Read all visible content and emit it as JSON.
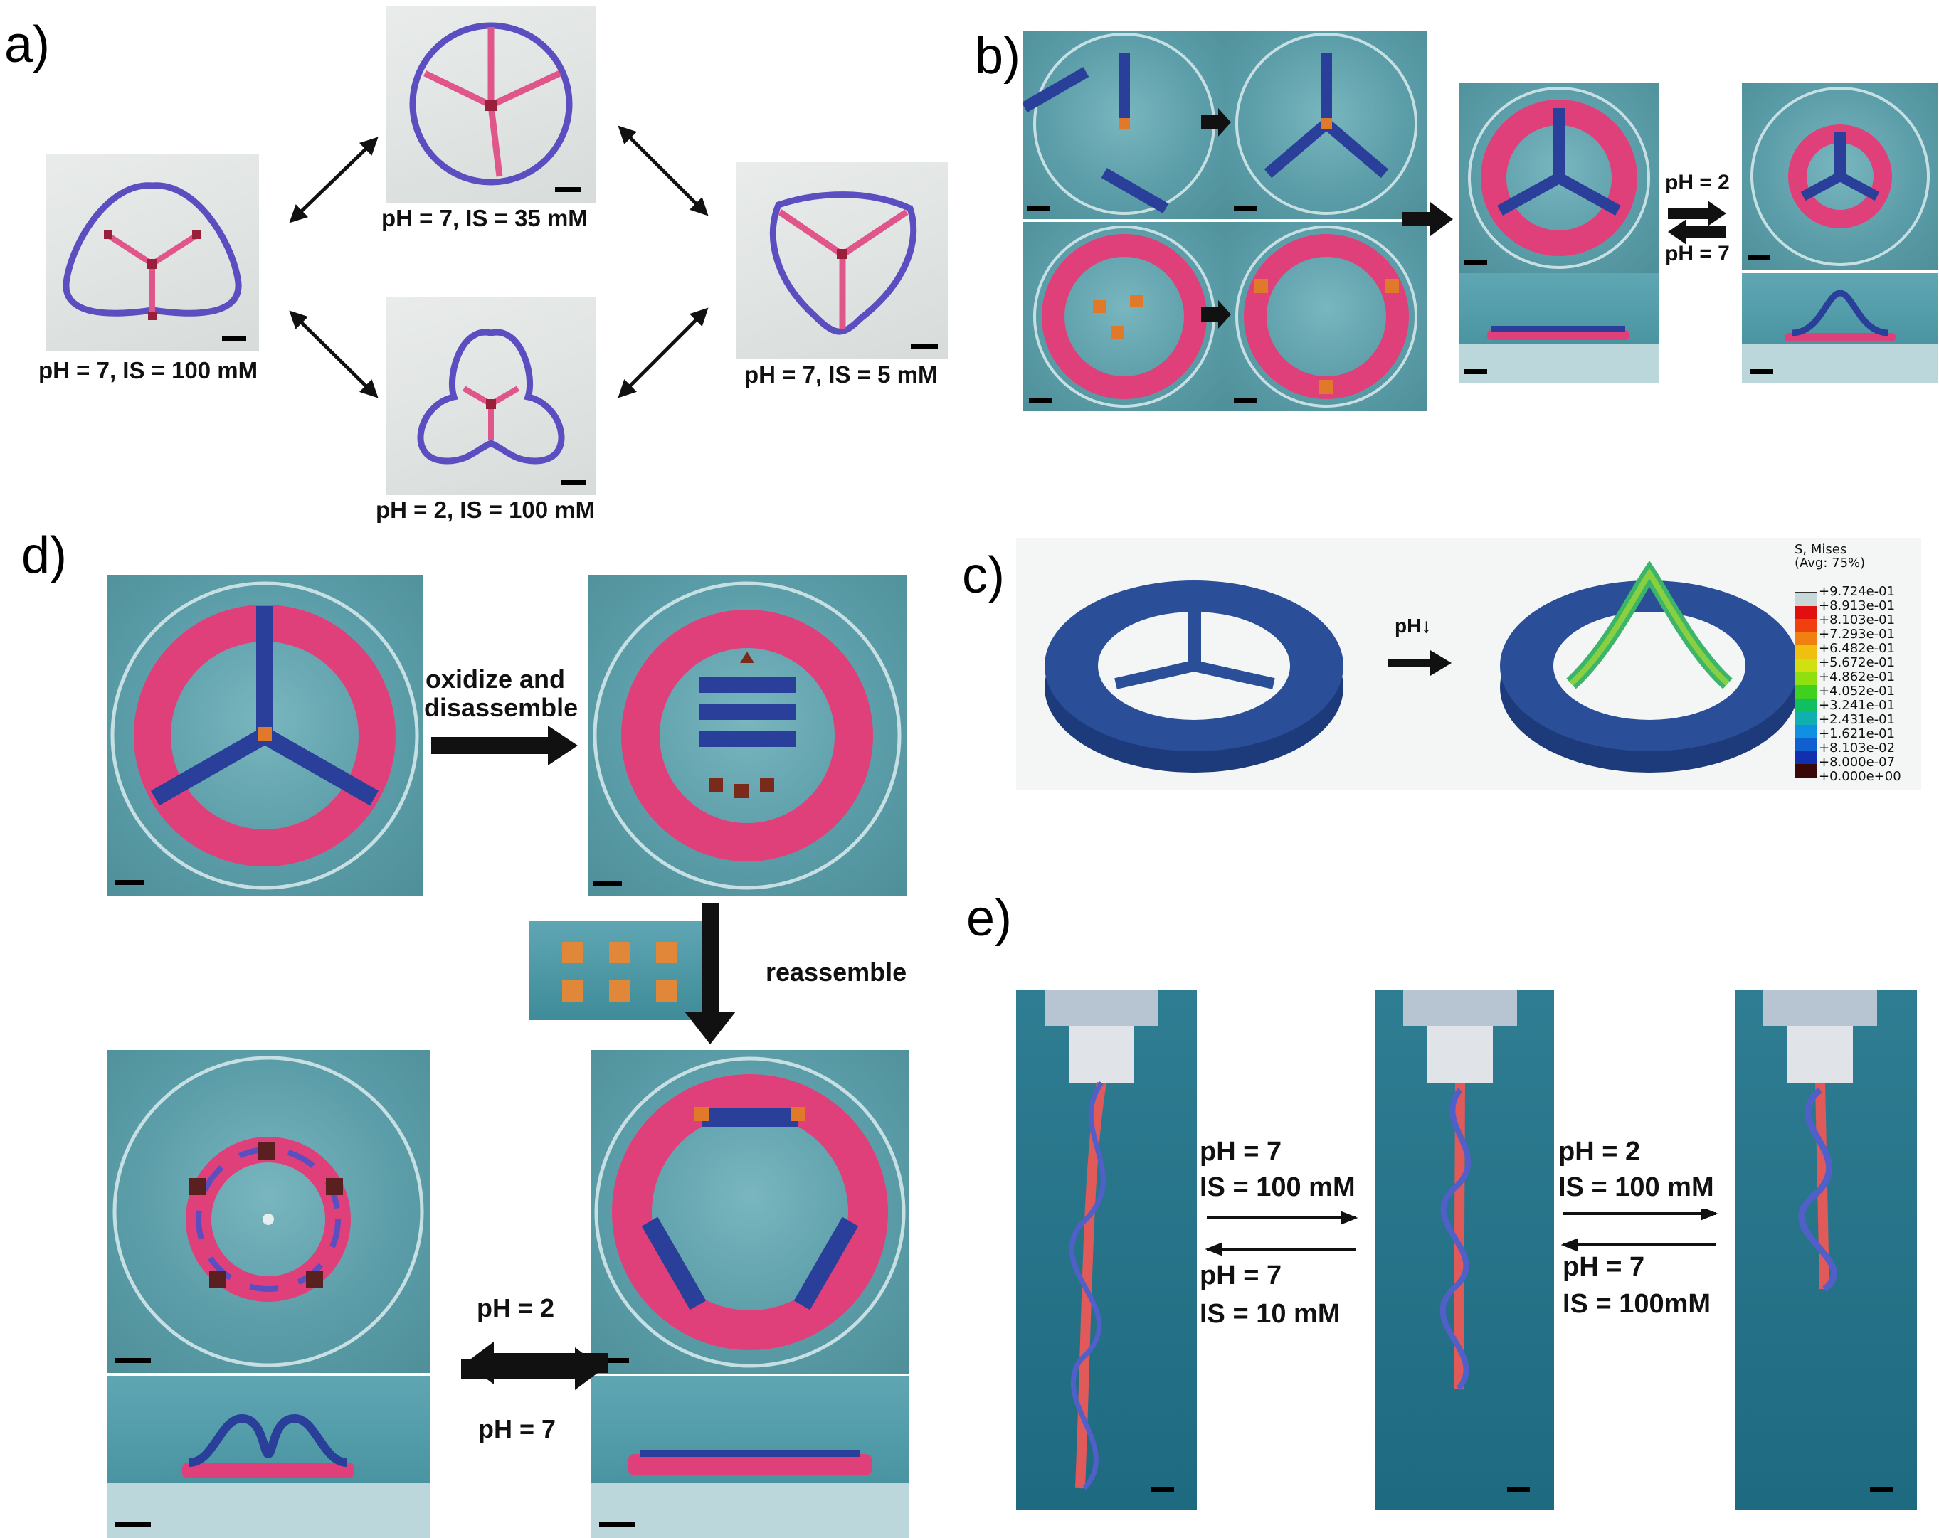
{
  "panels": {
    "a": {
      "letter": "a)",
      "captions": {
        "left": "pH = 7,  IS = 100 mM",
        "top": "pH = 7, IS = 35 mM",
        "bottom": "pH = 2, IS = 100 mM",
        "right": "pH = 7, IS = 5 mM"
      }
    },
    "b": {
      "letter": "b)",
      "arrow_top": "pH = 2",
      "arrow_bottom": "pH = 7"
    },
    "c": {
      "letter": "c)",
      "arrow_label": "pH↓",
      "legend_title": "S, Mises\n(Avg: 75%)",
      "legend_values": [
        "+9.724e-01",
        "+8.913e-01",
        "+8.103e-01",
        "+7.293e-01",
        "+6.482e-01",
        "+5.672e-01",
        "+4.862e-01",
        "+4.052e-01",
        "+3.241e-01",
        "+2.431e-01",
        "+1.621e-01",
        "+8.103e-02",
        "+8.000e-07",
        "+0.000e+00"
      ],
      "legend_colors": [
        "#c8d8d8",
        "#e01010",
        "#f04010",
        "#f08010",
        "#f0c010",
        "#d0e010",
        "#90e010",
        "#40d020",
        "#10c060",
        "#10b0b0",
        "#1090e0",
        "#1060d0",
        "#1030b0",
        "#3a0808"
      ]
    },
    "d": {
      "letter": "d)",
      "arrow1_line1": "oxidize and",
      "arrow1_line2": "disassemble",
      "arrow2": "reassemble",
      "arrow_top": "pH = 2",
      "arrow_bottom": "pH = 7"
    },
    "e": {
      "letter": "e)",
      "left_forward_1": "pH = 7",
      "left_forward_2": "IS = 100 mM",
      "left_back_1": "pH = 7",
      "left_back_2": "IS = 10 mM",
      "right_forward_1": "pH = 2",
      "right_forward_2": "IS = 100 mM",
      "right_back_1": "pH = 7",
      "right_back_2": "IS = 100mM"
    }
  }
}
